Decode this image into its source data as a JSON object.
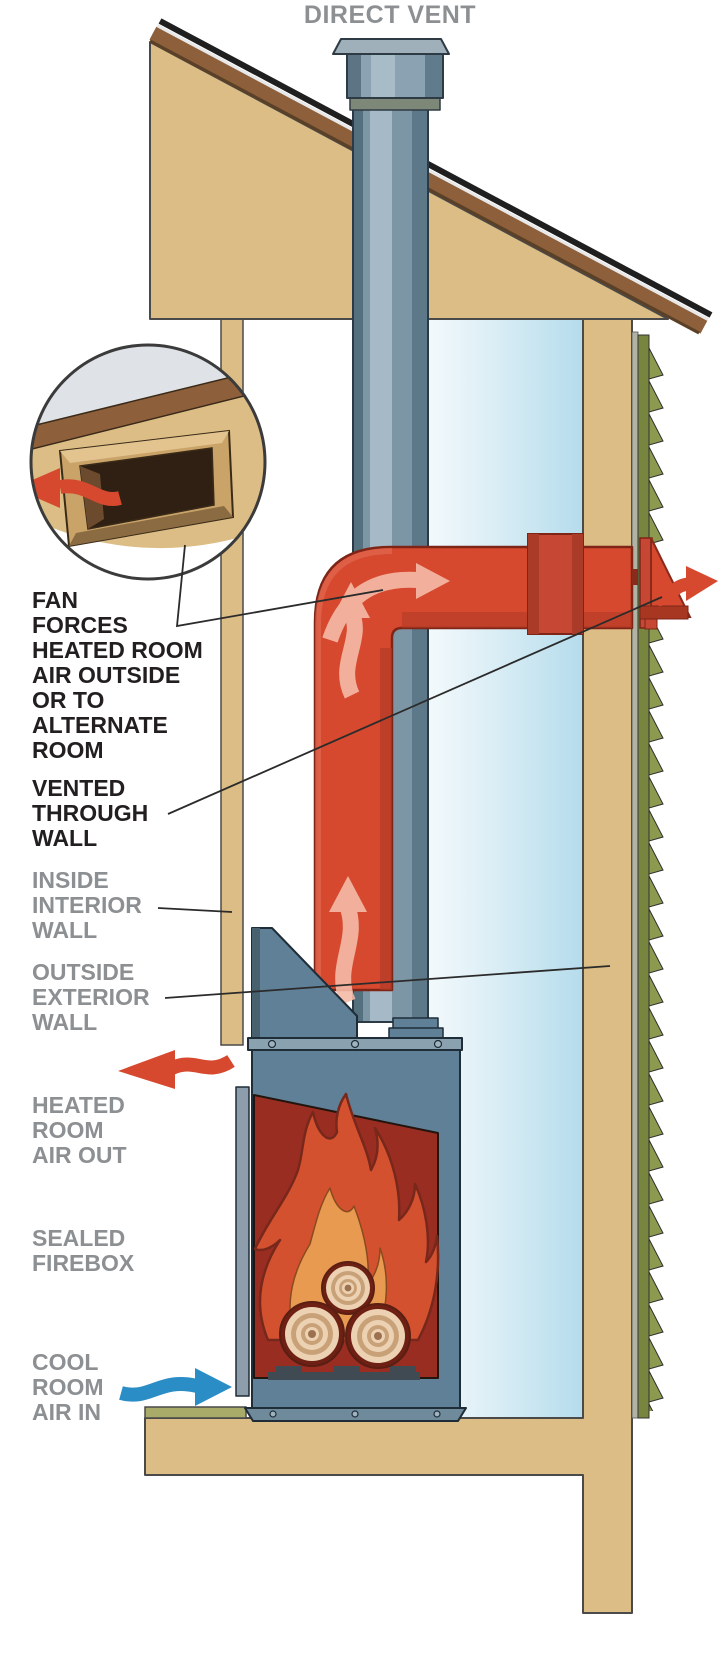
{
  "title": "DIRECT VENT",
  "labels": {
    "fan_forces": "FAN\nFORCES\nHEATED ROOM\nAIR OUTSIDE\nOR TO\nALTERNATE\nROOM",
    "vented_through_wall": "VENTED\nTHROUGH\nWALL",
    "inside_interior_wall": "INSIDE\nINTERIOR\nWALL",
    "outside_exterior_wall": "OUTSIDE\nEXTERIOR\nWALL",
    "heated_room_air_out": "HEATED\nROOM\nAIR OUT",
    "sealed_firebox": "SEALED\nFIREBOX",
    "cool_room_air_in": "COOL\nROOM\nAIR IN"
  },
  "colors": {
    "label_black": "#231f20",
    "label_gray": "#8d9093",
    "duct_red": "#d6492f",
    "duct_red_dark": "#a83722",
    "air_blue": "#2b8dc6",
    "wall_tan": "#dcbd85",
    "siding_olive": "#8b9a4f",
    "fascia_brown": "#8d5f3a",
    "pipe_gray": "#7d96a6",
    "fireplace_steel_blue": "#5f8097",
    "firebox_maroon": "#992d22",
    "flame_red": "#d4512f",
    "flame_orange": "#e89a50",
    "cavity_blue": "#b5dcec",
    "log_tan": "#ecd2b2"
  }
}
